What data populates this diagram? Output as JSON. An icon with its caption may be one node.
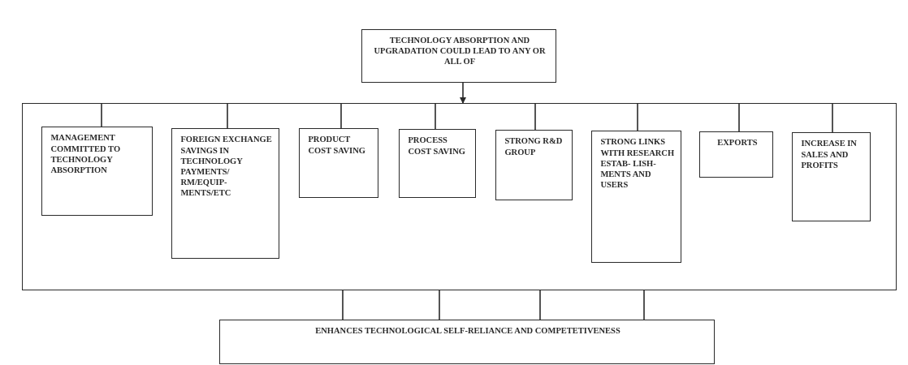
{
  "diagram": {
    "nodes": [
      {
        "text": [
          "TECHNOLOGY ABSORPTION AND UPGRADATION COULD LEAD TO ANY OR ALL OF"
        ]
      },
      {
        "text": [],
        "shape": "box"
      },
      {
        "text": [
          "MANAGEMENT COMMITTED TO TECHNOLOGY ABSORPTION"
        ],
        "in": 1
      },
      {
        "text": [
          "FOREIGN EXCHANGE SAVINGS IN TECHNOLOGY PAYMENTS/ RM/EQUIP- MENTS/ETC"
        ],
        "in": 1
      },
      {
        "text": [
          "PRODUCT COST SAVING"
        ],
        "in": 1
      },
      {
        "text": [
          "PROCESS COST SAVING"
        ],
        "in": 1
      },
      {
        "text": [
          "STRONG R&D GROUP"
        ],
        "in": 1
      },
      {
        "text": [
          "STRONG LINKS WITH RESEARCH ESTAB- LISH- MENTS AND USERS"
        ],
        "in": 1
      },
      {
        "text": [
          "EXPORTS"
        ],
        "in": 1
      },
      {
        "text": [
          "INCREASE IN SALES AND PROFITS"
        ],
        "in": 1
      },
      {
        "text": [
          "ENHANCES TECHNOLOGICAL SELF-RELIANCE AND COMPETETIVENESS"
        ]
      }
    ],
    "edges": [
      {
        "from": 0,
        "to": 1,
        "arrow": "to"
      },
      {
        "from": 1,
        "to": 2,
        "arrow": "none"
      },
      {
        "from": 1,
        "to": 3,
        "arrow": "none"
      },
      {
        "from": 1,
        "to": 4,
        "arrow": "none"
      },
      {
        "from": 1,
        "to": 5,
        "arrow": "none"
      },
      {
        "from": 1,
        "to": 6,
        "arrow": "none"
      },
      {
        "from": 1,
        "to": 7,
        "arrow": "none"
      },
      {
        "from": 1,
        "to": 8,
        "arrow": "none"
      },
      {
        "from": 1,
        "to": 9,
        "arrow": "none"
      },
      {
        "from": 1,
        "to": 10,
        "arrow": "none"
      },
      {
        "from": 1,
        "to": 10,
        "arrow": "none"
      },
      {
        "from": 1,
        "to": 10,
        "arrow": "none"
      },
      {
        "from": 1,
        "to": 10,
        "arrow": "none"
      }
    ]
  }
}
